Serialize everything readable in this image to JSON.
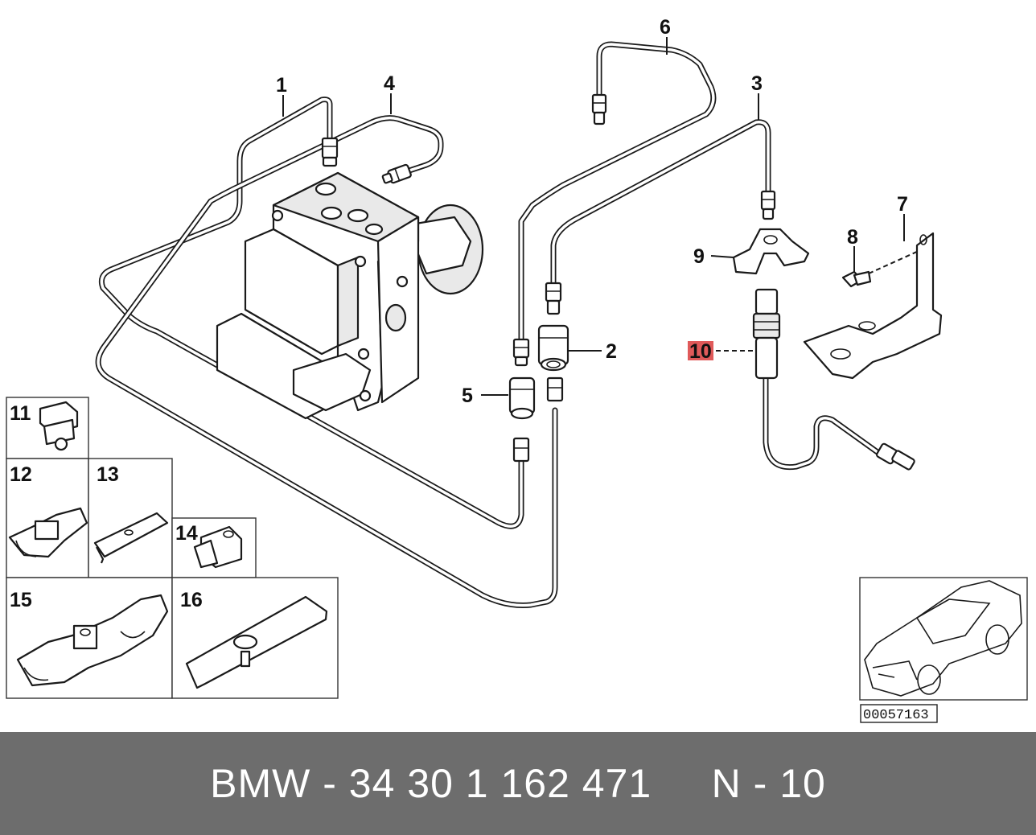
{
  "diagram": {
    "callouts": {
      "c1": "1",
      "c2": "2",
      "c3": "3",
      "c4": "4",
      "c5": "5",
      "c6": "6",
      "c7": "7",
      "c8": "8",
      "c9": "9",
      "c10": "10"
    },
    "highlight_color": "#e05a5a",
    "insets": {
      "i11": "11",
      "i12": "12",
      "i13": "13",
      "i14": "14",
      "i15": "15",
      "i16": "16"
    },
    "reference_number": "00057163"
  },
  "footer": {
    "text": "BMW - 34 30 1 162 471     N - 10",
    "background_color": "#6d6d6d"
  }
}
